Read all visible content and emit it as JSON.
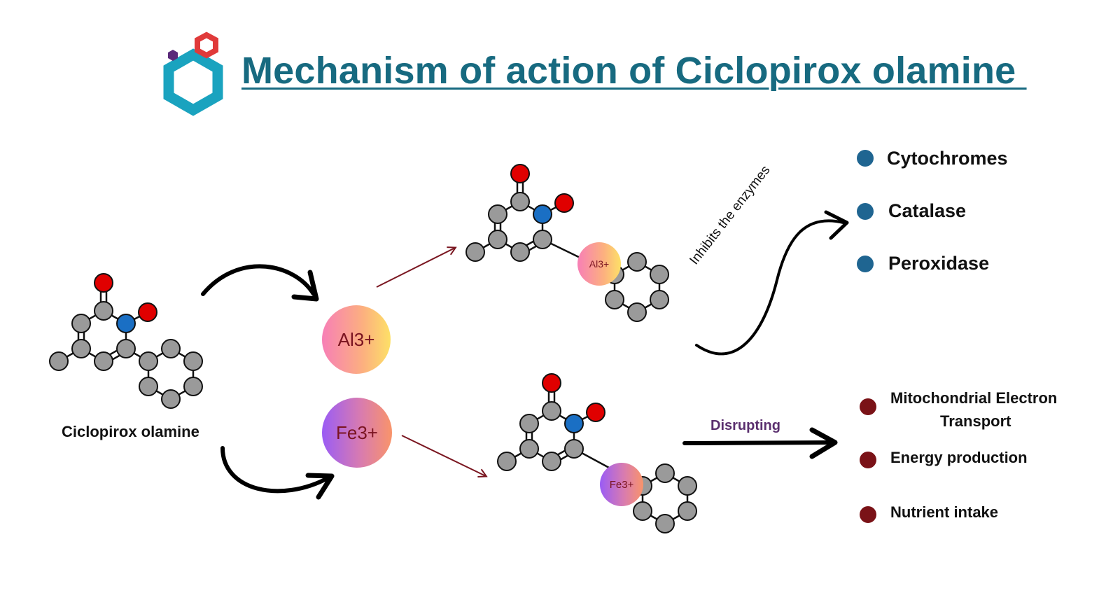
{
  "title": "Mechanism of action of Ciclopirox olamine ",
  "molecule_label": "Ciclopirox olamine",
  "ions": {
    "aluminum": "Al3+",
    "iron": "Fe3+"
  },
  "annotations": {
    "inhibits": "Inhibits the enzymes",
    "disrupting": "Disrupting"
  },
  "enzymes": [
    "Cytochromes",
    "Catalase",
    "Peroxidase"
  ],
  "effects": {
    "mitochondrial_line1": "Mitochondrial Electron",
    "mitochondrial_line2": "Transport",
    "energy": "Energy production",
    "nutrient": "Nutrient intake"
  },
  "colors": {
    "title": "#176a80",
    "logo_hexagon": "#1aa3bf",
    "logo_small_hexagon": "#e03a3a",
    "logo_dot": "#5a2a7a",
    "atom_oxygen": "#e00000",
    "atom_nitrogen": "#1a6fc4",
    "atom_carbon": "#9a9a9a",
    "arrow_red": "#7a1620",
    "enzyme_bullet": "#1f6591",
    "effect_bullet": "#7a1217"
  }
}
